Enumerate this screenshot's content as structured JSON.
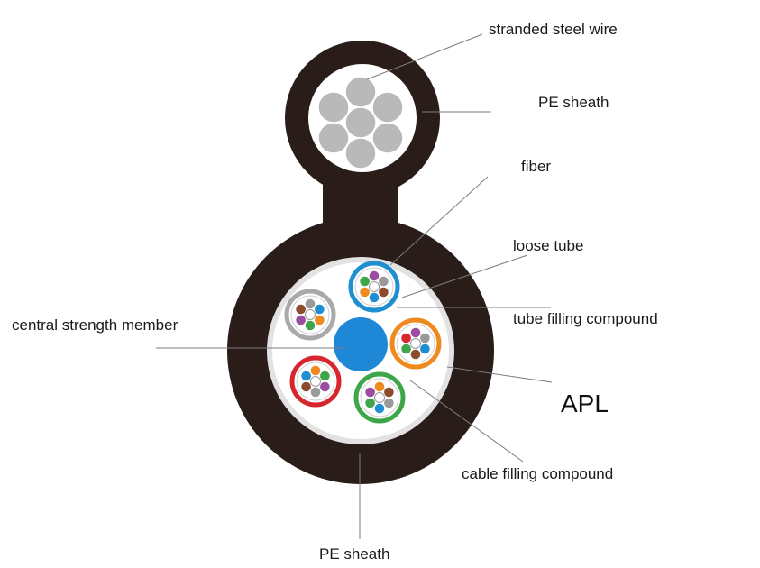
{
  "labels": {
    "stranded_steel_wire": "stranded steel wire",
    "pe_sheath_top": "PE sheath",
    "fiber": "fiber",
    "loose_tube": "loose tube",
    "tube_filling_compound": "tube filling compound",
    "central_strength_member": "central strength member",
    "apl": "APL",
    "cable_filling_compound": "cable filling compound",
    "pe_sheath_bottom": "PE sheath"
  },
  "colors": {
    "sheath": "#2a1c18",
    "steel_wire": "#b9b9b9",
    "central_member": "#1e88d6",
    "tube_blue": "#1f8fd1",
    "tube_orange": "#ee8a1e",
    "tube_green": "#3ea64a",
    "tube_red": "#d7262e",
    "tube_gray": "#a9a9a9",
    "fiber_colors": [
      "#1f8fd1",
      "#ee8a1e",
      "#3ea64a",
      "#8c4b2d",
      "#9a9a9a",
      "#ffffff",
      "#d7262e",
      "#2e2e2e",
      "#e3c92f",
      "#9b4ea0"
    ]
  }
}
